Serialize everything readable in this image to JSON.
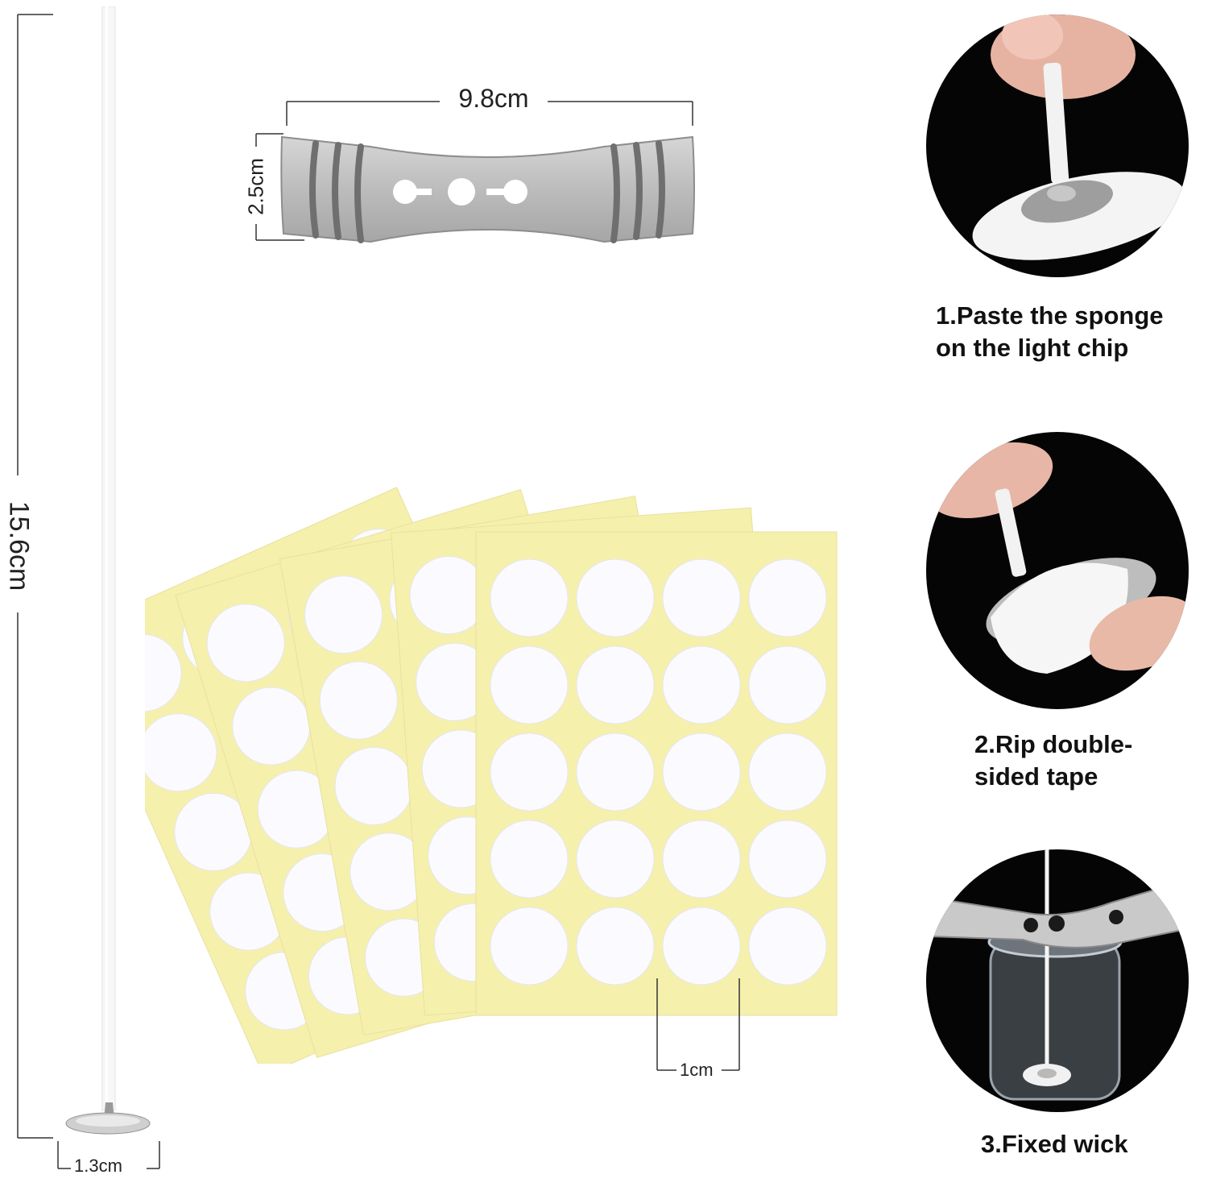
{
  "dimensions": {
    "wick_length": "15.6cm",
    "wick_base_width": "1.3cm",
    "bar_width": "9.8cm",
    "bar_height": "2.5cm",
    "sticker_diameter": "1cm"
  },
  "steps": [
    {
      "line1": "1.Paste the sponge",
      "line2": "on the light chip"
    },
    {
      "line1": "2.Rip double-",
      "line2": "sided tape"
    },
    {
      "line1": "3.Fixed wick",
      "line2": ""
    }
  ],
  "colors": {
    "sheet_yellow": "#f6f0ad",
    "sticker_white": "#fbfbff",
    "metal": "#b9b9b9",
    "photo_background": "#050505"
  },
  "icons": [
    "candle-wick-icon",
    "wick-centering-bar-icon",
    "sticker-sheet-icon",
    "step-photo-icon"
  ]
}
